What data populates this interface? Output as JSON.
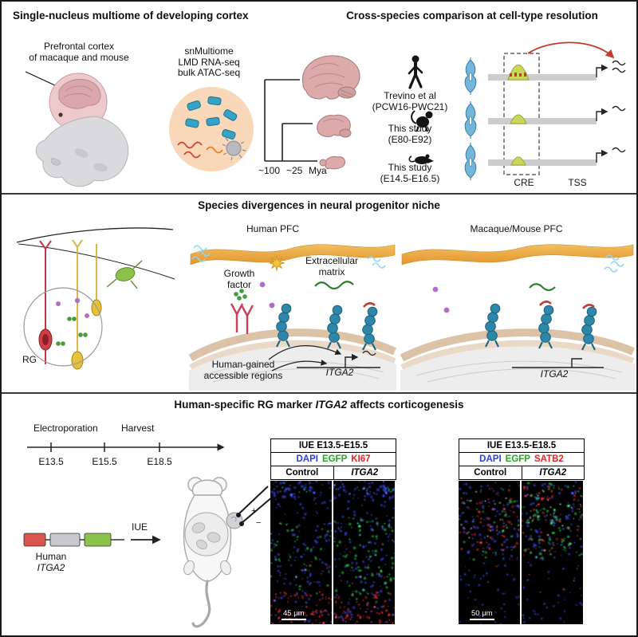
{
  "top_left": {
    "title": "Single-nucleus multiome of developing cortex",
    "subtitle1": "Prefrontal cortex",
    "subtitle2": "of macaque and mouse",
    "method1": "snMultiome",
    "method2": "LMD RNA-seq",
    "method3": "bulk ATAC-seq"
  },
  "top_right": {
    "title": "Cross-species comparison at cell-type resolution",
    "row1_source": "Trevino et al",
    "row1_stage": "(PCW16-PWC21)",
    "row2_source": "This study",
    "row2_stage": "(E80-E92)",
    "row3_source": "This study",
    "row3_stage": "(E14.5-E16.5)",
    "time1": "~100",
    "time2": "~25",
    "time_unit": "Mya",
    "cre": "CRE",
    "tss": "TSS"
  },
  "middle": {
    "title": "Species divergences in neural progenitor niche",
    "rg": "RG",
    "human_title": "Human PFC",
    "other_title": "Macaque/Mouse PFC",
    "growth1": "Growth",
    "growth2": "factor",
    "ecm1": "Extracellular",
    "ecm2": "matrix",
    "regions1": "Human-gained",
    "regions2": "accessible regions",
    "gene_human": "ITGA2",
    "gene_other": "ITGA2"
  },
  "bottom": {
    "title_pre": "Human-specific RG marker ",
    "title_gene": "ITGA2",
    "title_post": " affects corticogenesis",
    "electroporation": "Electroporation",
    "harvest": "Harvest",
    "tp1": "E13.5",
    "tp2": "E15.5",
    "tp3": "E18.5",
    "construct1": "Human",
    "construct2": "ITGA2",
    "iue": "IUE",
    "plus": "+",
    "minus": "−",
    "panels": [
      {
        "header": "IUE E13.5-E15.5",
        "ch1": "DAPI",
        "ch2": "EGFP",
        "ch3": "KI67",
        "col1": "Control",
        "col2": "ITGA2",
        "scale": "45 μm"
      },
      {
        "header": "IUE E13.5-E18.5",
        "ch1": "DAPI",
        "ch2": "EGFP",
        "ch3": "SATB2",
        "col1": "Control",
        "col2": "ITGA2",
        "scale": "50 μm"
      }
    ],
    "colors": {
      "dapi": "#2a3fe0",
      "egfp": "#1faa1f",
      "marker": "#e32222"
    }
  }
}
